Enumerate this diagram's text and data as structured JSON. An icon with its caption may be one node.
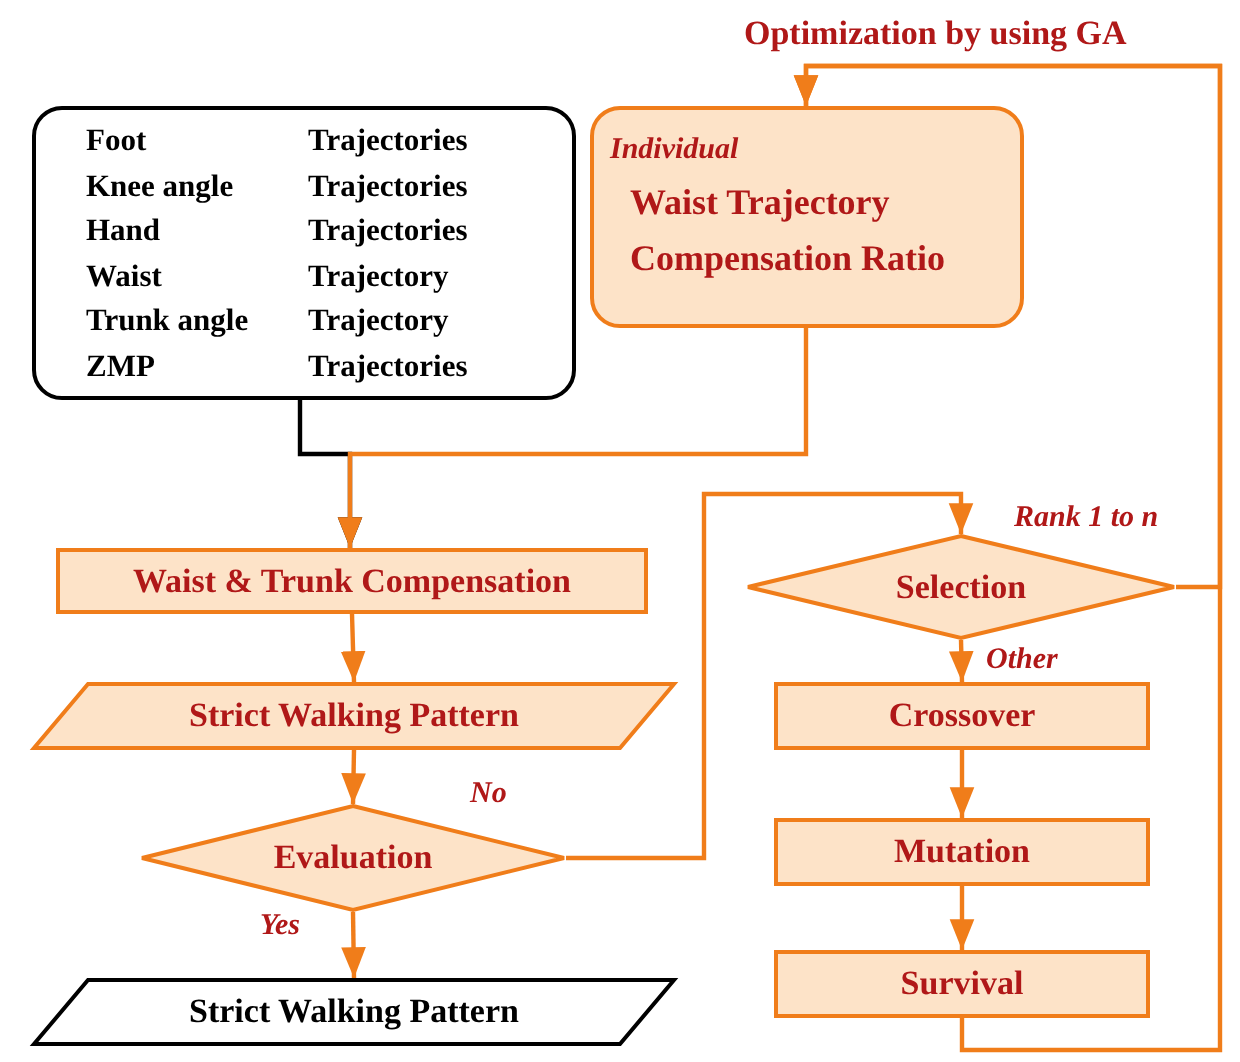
{
  "diagram": {
    "nodes": [
      {
        "text": [
          "Foot",
          "Trajectories",
          "Knee angle",
          "Trajectories",
          "Hand",
          "Trajectories",
          "Waist",
          "Trajectory",
          "Trunk angle",
          "Trajectory",
          "ZMP",
          "Trajectories"
        ]
      },
      {
        "text": [
          "Individual",
          "Waist Trajectory",
          "Compensation Ratio"
        ]
      },
      {
        "text": [
          "Waist & Trunk Compensation"
        ]
      },
      {
        "text": [
          "Strict Walking Pattern"
        ]
      },
      {
        "text": [
          "Evaluation"
        ]
      },
      {
        "text": [
          "Strict Walking Pattern"
        ]
      },
      {
        "text": [
          "Selection"
        ]
      },
      {
        "text": [
          "Crossover"
        ]
      },
      {
        "text": [
          "Mutation"
        ]
      },
      {
        "text": [
          "Survival"
        ]
      }
    ],
    "edges": [
      {
        "from": 0,
        "to": 2,
        "arrow": "to",
        "color": "#000000"
      },
      {
        "from": 1,
        "to": 2,
        "arrow": "to"
      },
      {
        "from": 2,
        "to": 3,
        "arrow": "to"
      },
      {
        "from": 3,
        "to": 4,
        "arrow": "to"
      },
      {
        "from": 4,
        "to": 5,
        "arrow": "to",
        "label": "Yes"
      },
      {
        "from": 4,
        "to": 6,
        "arrow": "to",
        "label": "No"
      },
      {
        "from": 6,
        "to": 7,
        "arrow": "to",
        "label": "Other"
      },
      {
        "from": 7,
        "to": 8,
        "arrow": "to"
      },
      {
        "from": 8,
        "to": 9,
        "arrow": "to"
      },
      {
        "from": 6,
        "to": 1,
        "arrow": "to",
        "label": "Rank 1 to n"
      },
      {
        "from": 9,
        "to": 1,
        "arrow": "to"
      }
    ],
    "labels": [
      "Optimization by using GA"
    ]
  }
}
